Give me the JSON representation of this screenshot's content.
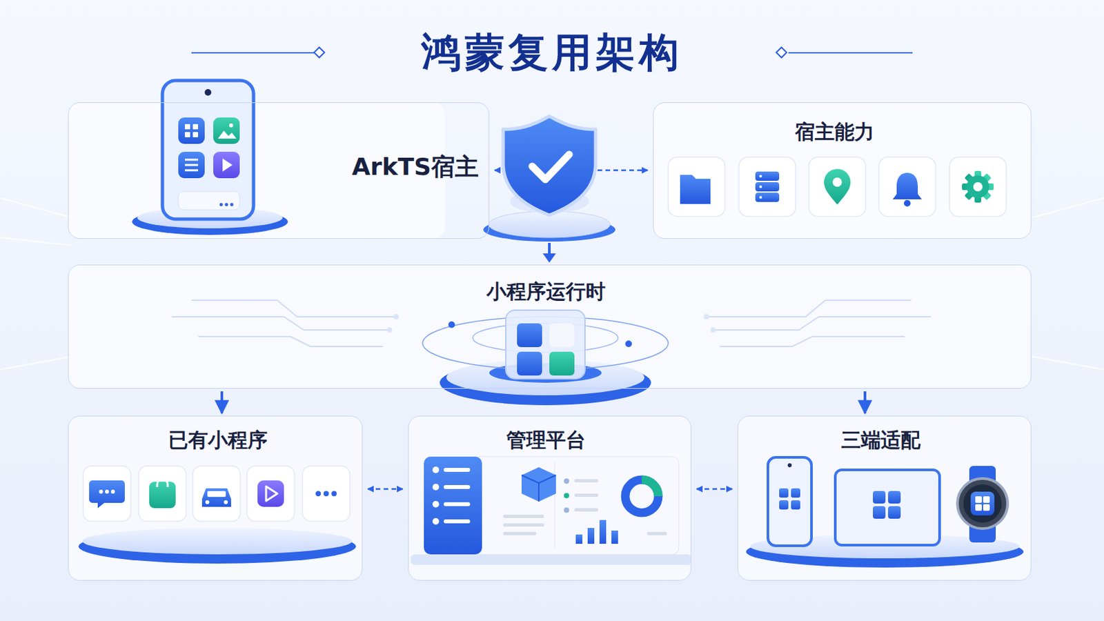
{
  "diagram": {
    "title": "鸿蒙复用架构",
    "nodes": [
      {
        "text": [
          "ArkTS宿主"
        ]
      },
      {
        "text": [
          "宿主能力"
        ]
      },
      {
        "text": [
          "小程序运行时"
        ]
      },
      {
        "text": [
          "已有小程序"
        ]
      },
      {
        "text": [
          "管理平台"
        ]
      },
      {
        "text": [
          "三端适配"
        ]
      }
    ],
    "edges": [
      {
        "from": 0,
        "to": 1,
        "arrow": "both"
      },
      {
        "from": 2,
        "to": 3,
        "arrow": "to"
      },
      {
        "from": 2,
        "to": 5,
        "arrow": "to"
      },
      {
        "from": 3,
        "to": 4,
        "arrow": "both"
      },
      {
        "from": 4,
        "to": 5,
        "arrow": "both"
      }
    ]
  }
}
